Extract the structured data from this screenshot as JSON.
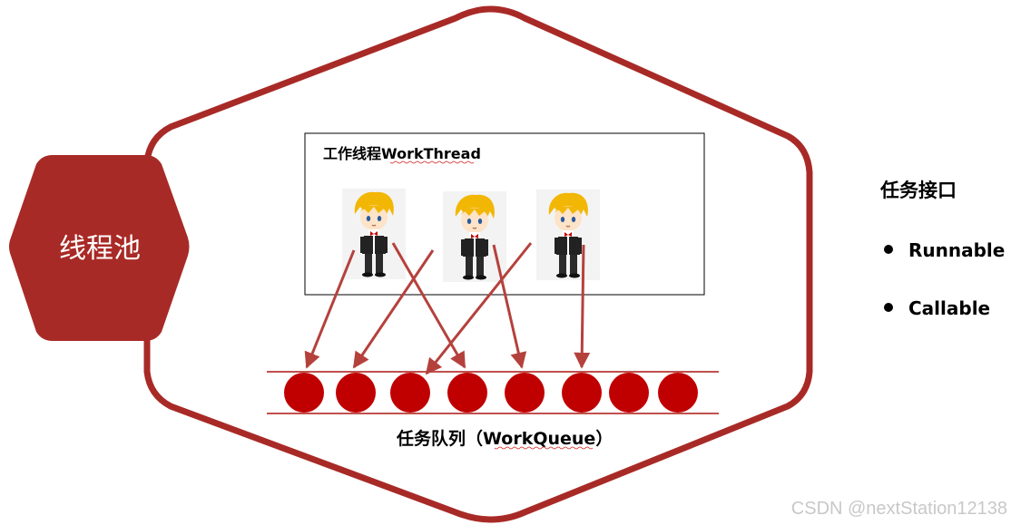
{
  "colors": {
    "accent": "#a82a26",
    "ball": "#c00000",
    "arrow": "#b5413c",
    "line": "#c0504d"
  },
  "pool": {
    "label": "线程池"
  },
  "workers": {
    "title": "工作线程WorkThread",
    "icon": "cartoon-worker-icon",
    "count": 3
  },
  "queue": {
    "label": "任务队列（WorkQueue）",
    "task_count": 8
  },
  "task_interface": {
    "title": "任务接口",
    "items": [
      "Runnable",
      "Callable"
    ]
  },
  "watermark": "CSDN @nextStation12138"
}
